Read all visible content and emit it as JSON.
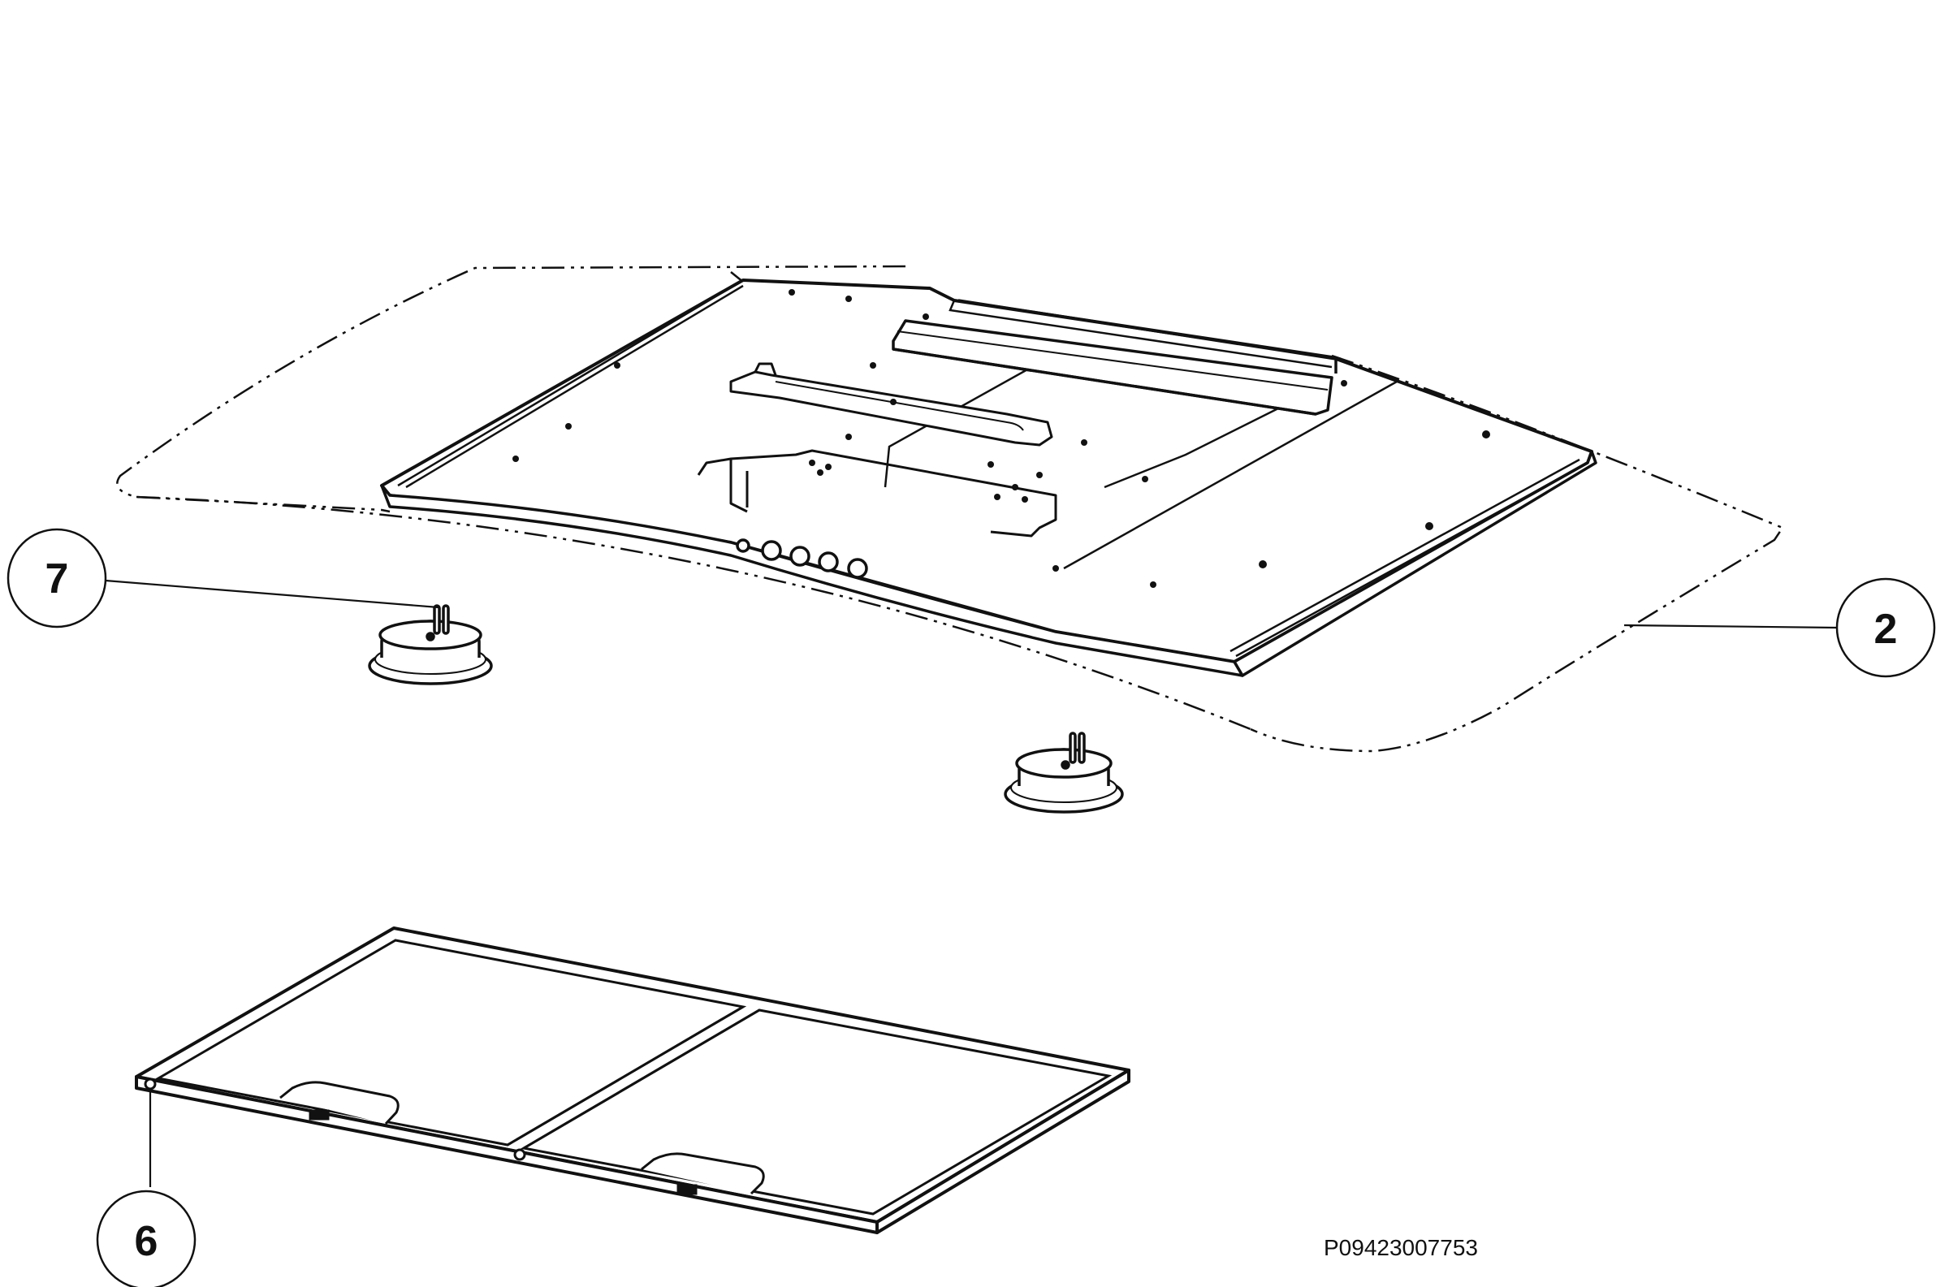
{
  "callouts": {
    "part_7": "7",
    "part_2": "2",
    "part_6": "6"
  },
  "document_code": "P09423007753",
  "colors": {
    "line": "#111111",
    "background": "#ffffff",
    "panel_fill": "#ffffff"
  }
}
